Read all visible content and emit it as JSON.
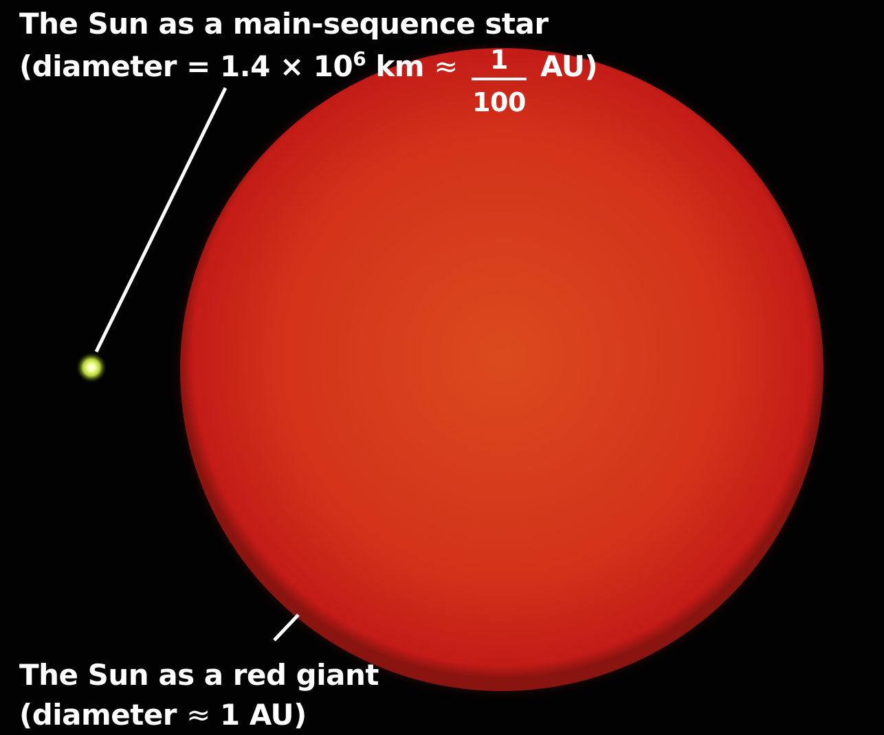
{
  "main_sequence": {
    "title": "The Sun as a main-sequence star",
    "diameter_prefix": "(diameter = 1.4 × 10",
    "exponent": "6",
    "unit_km": "km",
    "approx": "≈",
    "fraction_numerator": "1",
    "fraction_denominator": "100",
    "unit_au": "AU)"
  },
  "red_giant": {
    "title": "The Sun as a red giant",
    "diameter_prefix": "(diameter",
    "approx": "≈",
    "diameter_value": "1 AU)"
  },
  "colors": {
    "background": "#020202",
    "red_giant_center": "#d9401c",
    "red_giant_edge": "#c21818",
    "main_sequence_glow": "#c8e84a",
    "label_text": "#ffffff"
  }
}
